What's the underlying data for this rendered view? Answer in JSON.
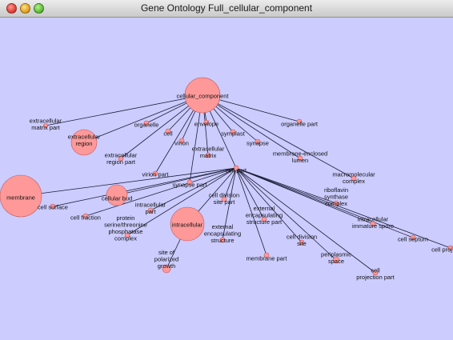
{
  "window": {
    "title": "Gene Ontology Full_cellular_component",
    "background_color": "#ccccff",
    "node_color": "#ff9999",
    "edge_color": "#1e1e3a"
  },
  "graph": {
    "nodes": [
      {
        "id": "cellular_component",
        "lines": [
          "cellular_component"
        ]
      },
      {
        "id": "extracellular_matrix_part",
        "lines": [
          "extracellular",
          "matrix part"
        ]
      },
      {
        "id": "extracellular_region",
        "lines": [
          "extracellular",
          "region"
        ]
      },
      {
        "id": "organelle",
        "lines": [
          "organelle"
        ]
      },
      {
        "id": "envelope",
        "lines": [
          "envelope"
        ]
      },
      {
        "id": "organelle_part",
        "lines": [
          "organelle part"
        ]
      },
      {
        "id": "cell",
        "lines": [
          "cell"
        ]
      },
      {
        "id": "symplast",
        "lines": [
          "symplast"
        ]
      },
      {
        "id": "virion",
        "lines": [
          "virion"
        ]
      },
      {
        "id": "synapse",
        "lines": [
          "synapse"
        ]
      },
      {
        "id": "extracellular_region_part",
        "lines": [
          "extracellular",
          "region part"
        ]
      },
      {
        "id": "extracellular_matrix",
        "lines": [
          "extracellular",
          "matrix"
        ]
      },
      {
        "id": "membrane_enclosed_lumen",
        "lines": [
          "membrane-enclosed",
          "lumen"
        ]
      },
      {
        "id": "virion_part",
        "lines": [
          "virion part"
        ]
      },
      {
        "id": "cell_part",
        "lines": [
          "cell part"
        ]
      },
      {
        "id": "macromolecular_complex",
        "lines": [
          "macromolecular",
          "complex"
        ]
      },
      {
        "id": "synapse_part",
        "lines": [
          "synapse part"
        ]
      },
      {
        "id": "membrane",
        "lines": [
          "membrane"
        ]
      },
      {
        "id": "cellular_bud",
        "lines": [
          "cellular bud"
        ]
      },
      {
        "id": "cell_division_site_part",
        "lines": [
          "cell division",
          "site part"
        ]
      },
      {
        "id": "riboflavin_synthase_complex",
        "lines": [
          "riboflavin",
          "synthase",
          "complex"
        ]
      },
      {
        "id": "cell_surface",
        "lines": [
          "cell surface"
        ]
      },
      {
        "id": "intracellular_part",
        "lines": [
          "intracellular",
          "part"
        ]
      },
      {
        "id": "external_encapsulating_structure_part",
        "lines": [
          "external",
          "encapsulating",
          "structure part"
        ]
      },
      {
        "id": "cell_fraction",
        "lines": [
          "cell fraction"
        ]
      },
      {
        "id": "intracellular",
        "lines": [
          "intracellular"
        ]
      },
      {
        "id": "intracellular_immature_spore",
        "lines": [
          "intracellular",
          "immature spore"
        ]
      },
      {
        "id": "protein_serine_threonine_phosphatase_complex",
        "lines": [
          "protein",
          "serine/threonine",
          "phosphatase",
          "complex"
        ]
      },
      {
        "id": "external_encapsulating_structure",
        "lines": [
          "external",
          "encapsulating",
          "structure"
        ]
      },
      {
        "id": "cell_division_site",
        "lines": [
          "cell division",
          "site"
        ]
      },
      {
        "id": "cell_septum",
        "lines": [
          "cell septum"
        ]
      },
      {
        "id": "cell_projection",
        "lines": [
          "cell proj"
        ]
      },
      {
        "id": "membrane_part",
        "lines": [
          "membrane part"
        ]
      },
      {
        "id": "periplasmic_space",
        "lines": [
          "periplasmic",
          "space"
        ]
      },
      {
        "id": "site_of_polarized_growth",
        "lines": [
          "site of",
          "polarized",
          "growth"
        ]
      },
      {
        "id": "cell_projection_part",
        "lines": [
          "cell",
          "projection part"
        ]
      }
    ]
  }
}
